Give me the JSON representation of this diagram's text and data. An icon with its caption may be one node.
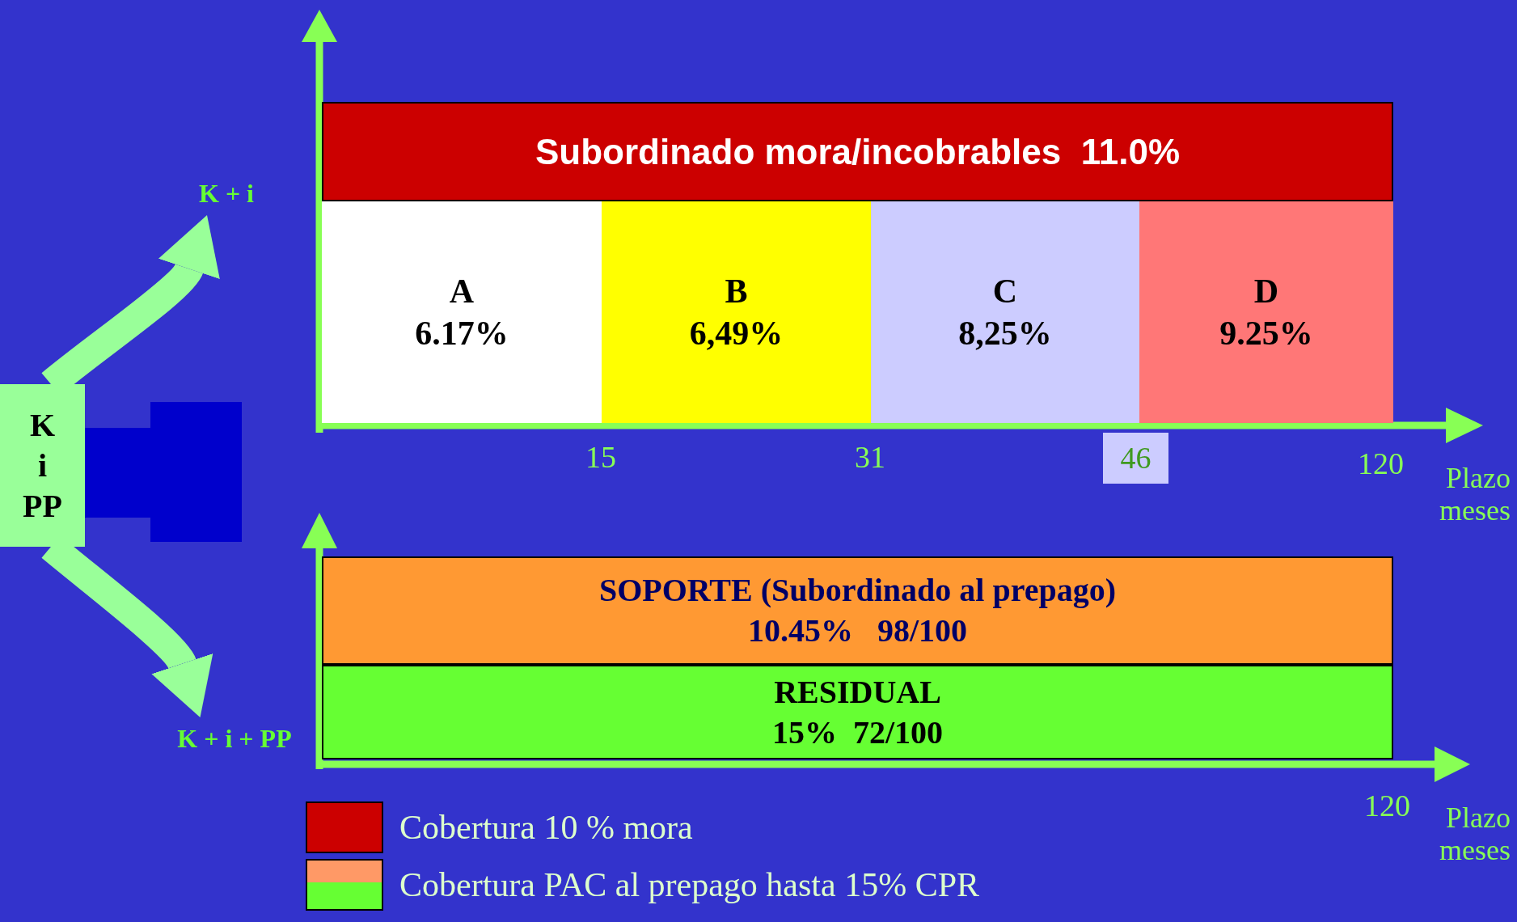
{
  "diagram": {
    "nodes": [
      {
        "text": [
          "K + i"
        ]
      },
      {
        "text": [
          "Subordinado mora/incobrables  11.0%"
        ]
      },
      {
        "text": [
          "A",
          "6.17%"
        ]
      },
      {
        "text": [
          "B",
          "6,49%"
        ]
      },
      {
        "text": [
          "C",
          "8,25%"
        ]
      },
      {
        "text": [
          "D",
          "9.25%"
        ]
      },
      {
        "text": [
          "K i PP"
        ]
      },
      {
        "text": [],
        "shape": "box"
      },
      {
        "text": [
          "SOPORTE (Subordinado al prepago)",
          "10.45%   98/100"
        ]
      },
      {
        "text": [
          "RESIDUAL",
          "15%  72/100"
        ]
      },
      {
        "text": [
          "K + i + PP"
        ]
      }
    ],
    "edges": [
      {
        "from": 6,
        "to": 0,
        "arrow": "to"
      },
      {
        "from": 6,
        "to": 10,
        "arrow": "to"
      }
    ],
    "labels": [
      "15",
      "31",
      "46",
      "120",
      "Plazo meses",
      "120",
      "Plazo meses"
    ],
    "legend": [
      {
        "text": "Cobertura 10 % mora",
        "color": "#cc0000"
      },
      {
        "text": "Cobertura PAC al prepago hasta 15% CPR",
        "color": "#ff9966"
      }
    ]
  }
}
